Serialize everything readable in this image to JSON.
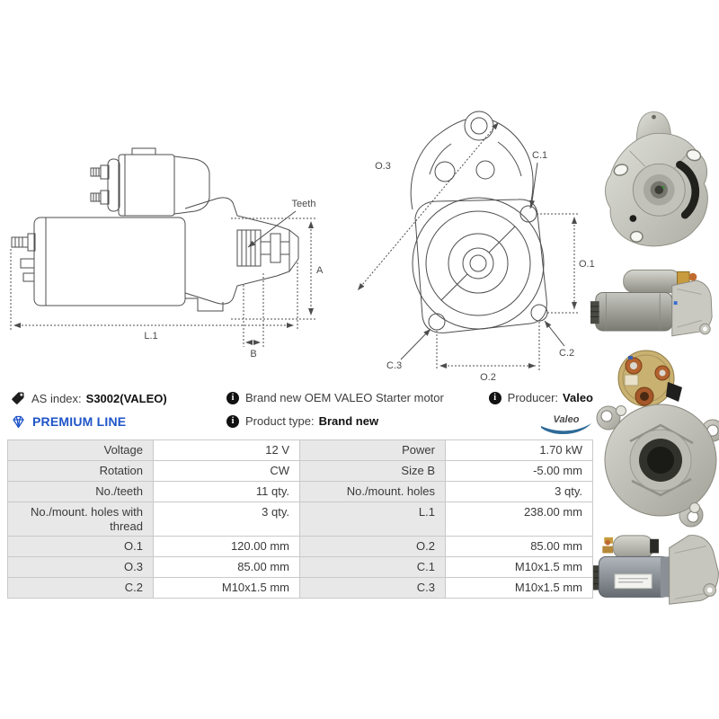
{
  "page": {
    "background": "#ffffff"
  },
  "icons": {
    "info_glyph": "i"
  },
  "colors": {
    "premium_blue": "#1f55c8",
    "valeo_green": "#76b62e",
    "swoosh_blue": "#2e6b98",
    "table_label_bg": "#e8e8e8",
    "table_border": "#c9c9c9",
    "drawing_line": "#4d4d4d",
    "text": "#3d3d3d"
  },
  "drawings": {
    "side_view": {
      "teeth": "Teeth",
      "dim_a": "A",
      "dim_l1": "L.1",
      "dim_b": "B"
    },
    "front_view": {
      "dim_o3": "O.3",
      "dim_c1": "C.1",
      "dim_o1": "O.1",
      "dim_c2": "C.2",
      "dim_c3": "C.3",
      "dim_o2": "O.2"
    }
  },
  "info_bar": {
    "as_index_label": "AS index:",
    "as_index_value": "S3002(VALEO)",
    "premium_line": "PREMIUM LINE",
    "description": "Brand new OEM VALEO Starter motor",
    "product_type_label": "Product type:",
    "product_type_value": "Brand new",
    "producer_label": "Producer:",
    "producer_value": "Valeo",
    "logo_text": "Valeo"
  },
  "photos": [
    {
      "name": "starter-front-flange-photo"
    },
    {
      "name": "starter-side-photo"
    },
    {
      "name": "starter-rear-solenoid-photo"
    },
    {
      "name": "starter-side-photo-2"
    }
  ],
  "spec_table": {
    "rows": [
      {
        "c0": "Voltage",
        "c1": "12 V",
        "c2": "Power",
        "c3": "1.70 kW"
      },
      {
        "c0": "Rotation",
        "c1": "CW",
        "c2": "Size B",
        "c3": "-5.00 mm"
      },
      {
        "c0": "No./teeth",
        "c1": "11 qty.",
        "c2": "No./mount. holes",
        "c3": "3 qty."
      },
      {
        "c0": "No./mount. holes with thread",
        "c1": "3 qty.",
        "c2": "L.1",
        "c3": "238.00 mm"
      },
      {
        "c0": "O.1",
        "c1": "120.00 mm",
        "c2": "O.2",
        "c3": "85.00 mm"
      },
      {
        "c0": "O.3",
        "c1": "85.00 mm",
        "c2": "C.1",
        "c3": "M10x1.5 mm"
      },
      {
        "c0": "C.2",
        "c1": "M10x1.5 mm",
        "c2": "C.3",
        "c3": "M10x1.5 mm"
      }
    ]
  }
}
